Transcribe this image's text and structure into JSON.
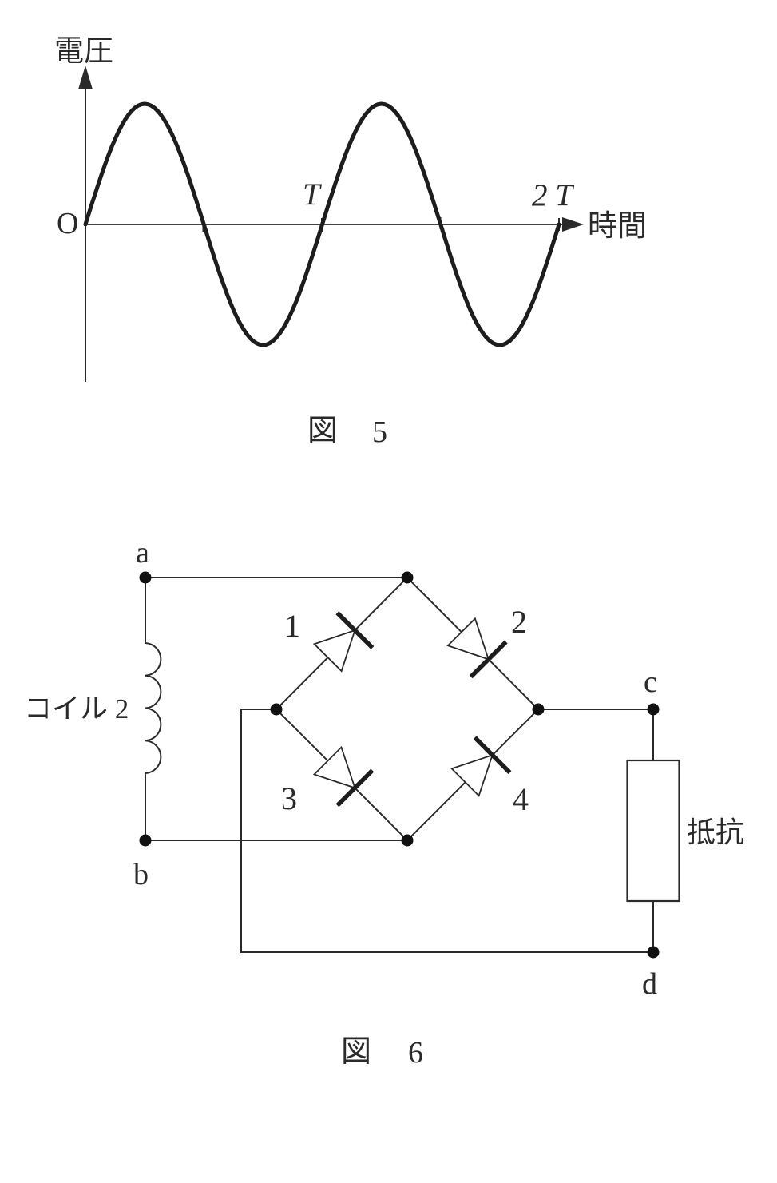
{
  "colors": {
    "ink": "#2a2a2a",
    "paper": "#ffffff"
  },
  "figure5": {
    "y_axis_label": "電圧",
    "x_axis_label": "時間",
    "origin_label": "O",
    "t_label": "T",
    "t2_label": "2 T",
    "caption_prefix": "図",
    "caption_number": "5"
  },
  "figure6": {
    "node_a": "a",
    "node_b": "b",
    "node_c": "c",
    "node_d": "d",
    "diode_1": "1",
    "diode_2": "2",
    "diode_3": "3",
    "diode_4": "4",
    "coil_label": "コイル 2",
    "resistor_label": "抵抗",
    "caption_prefix": "図",
    "caption_number": "6"
  },
  "chart_data": {
    "type": "line",
    "title": "",
    "xlabel": "時間",
    "ylabel": "電圧",
    "waveform": "sine",
    "periods_shown": 2,
    "x_unit": "T (period)",
    "x_ticks": [
      "O",
      "T",
      "2 T"
    ],
    "ylim": [
      -1,
      1
    ],
    "grid": false,
    "series": [
      {
        "name": "電圧",
        "x": [
          0,
          0.25,
          0.5,
          0.75,
          1,
          1.25,
          1.5,
          1.75,
          2
        ],
        "y": [
          0,
          1,
          0,
          -1,
          0,
          1,
          0,
          -1,
          0
        ]
      }
    ]
  }
}
